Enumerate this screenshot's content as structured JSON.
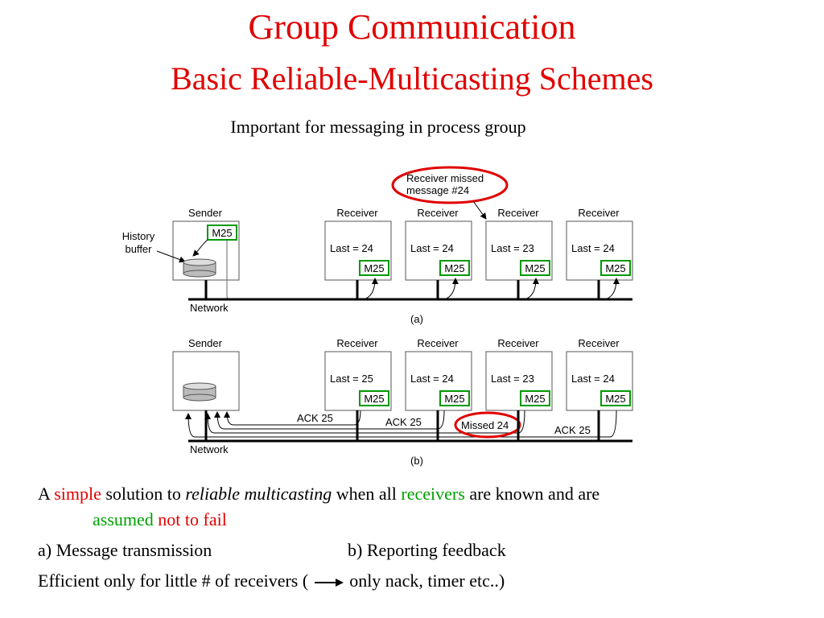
{
  "title": "Group Communication",
  "subtitle": "Basic Reliable-Multicasting Schemes",
  "intro": "Important for messaging in process group",
  "diagram": {
    "a": {
      "sender_label": "Sender",
      "history_label_1": "History",
      "history_label_2": "buffer",
      "sender_msg": "M25",
      "receiver_label": "Receiver",
      "receivers": [
        {
          "last": "Last = 24",
          "msg": "M25"
        },
        {
          "last": "Last = 24",
          "msg": "M25"
        },
        {
          "last": "Last = 23",
          "msg": "M25"
        },
        {
          "last": "Last = 24",
          "msg": "M25"
        }
      ],
      "callout_1": "Receiver missed",
      "callout_2": "message #24",
      "network_label": "Network",
      "caption": "(a)"
    },
    "b": {
      "sender_label": "Sender",
      "receiver_label": "Receiver",
      "receivers": [
        {
          "last": "Last = 25",
          "msg": "M25"
        },
        {
          "last": "Last = 24",
          "msg": "M25"
        },
        {
          "last": "Last = 23",
          "msg": "M25"
        },
        {
          "last": "Last = 24",
          "msg": "M25"
        }
      ],
      "ack1": "ACK 25",
      "ack2": "ACK 25",
      "missed": "Missed 24",
      "ack3": "ACK 25",
      "network_label": "Network",
      "caption": "(b)"
    }
  },
  "bullets": {
    "b1_a": "A ",
    "b1_simple": "simple",
    "b1_b": " solution to ",
    "b1_rm": "reliable multicasting",
    "b1_c": " when all ",
    "b1_receivers": "receivers",
    "b1_d": " are known and are",
    "b1_assumed": "assumed",
    "b1_notfail": " not to fail",
    "b2_a": "a)  Message transmission",
    "b2_b": "b) Reporting feedback",
    "b3_a": "Efficient only for little  # of receivers (",
    "b3_b": "only nack, timer etc..)"
  },
  "colors": {
    "title": "#e00000",
    "green": "#00a000",
    "box_green": "#009900"
  }
}
